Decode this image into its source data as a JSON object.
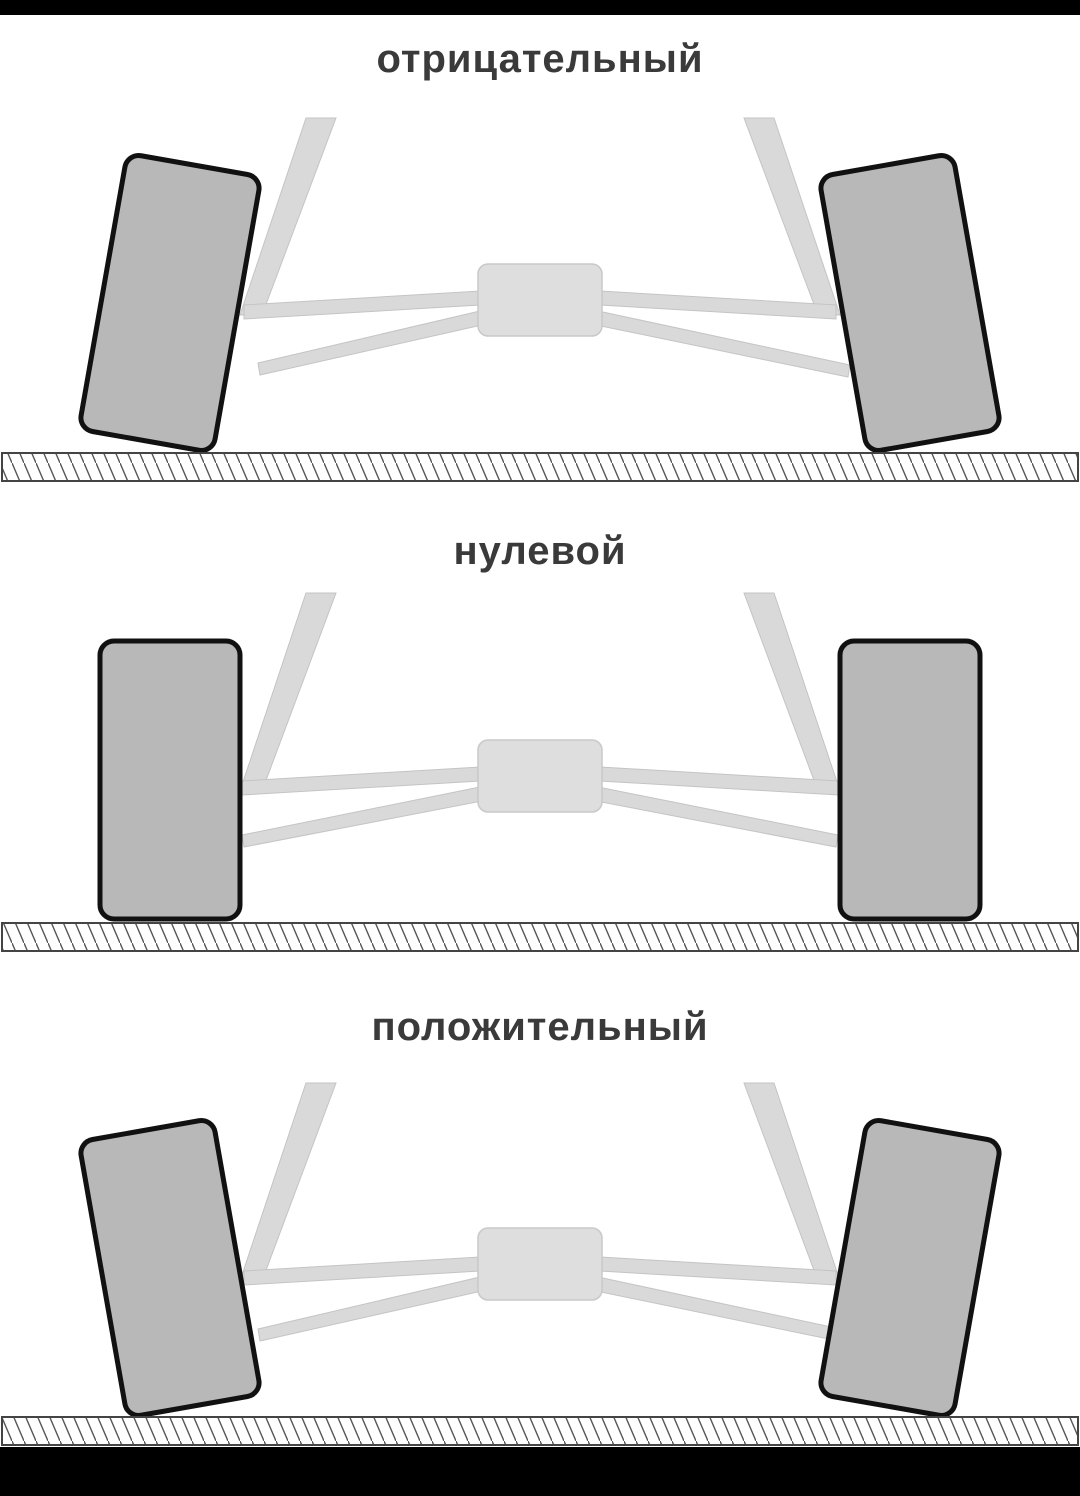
{
  "diagram": {
    "panels": [
      {
        "title": "отрицательный",
        "camber": "negative"
      },
      {
        "title": "нулевой",
        "camber": "zero"
      },
      {
        "title": "положительный",
        "camber": "positive"
      }
    ]
  },
  "colors": {
    "tire_fill": "#b8b8b8",
    "tire_stroke": "#111111",
    "suspension": "#d9d9d9",
    "ground_stroke": "#444444",
    "title": "#3a3a3a"
  }
}
